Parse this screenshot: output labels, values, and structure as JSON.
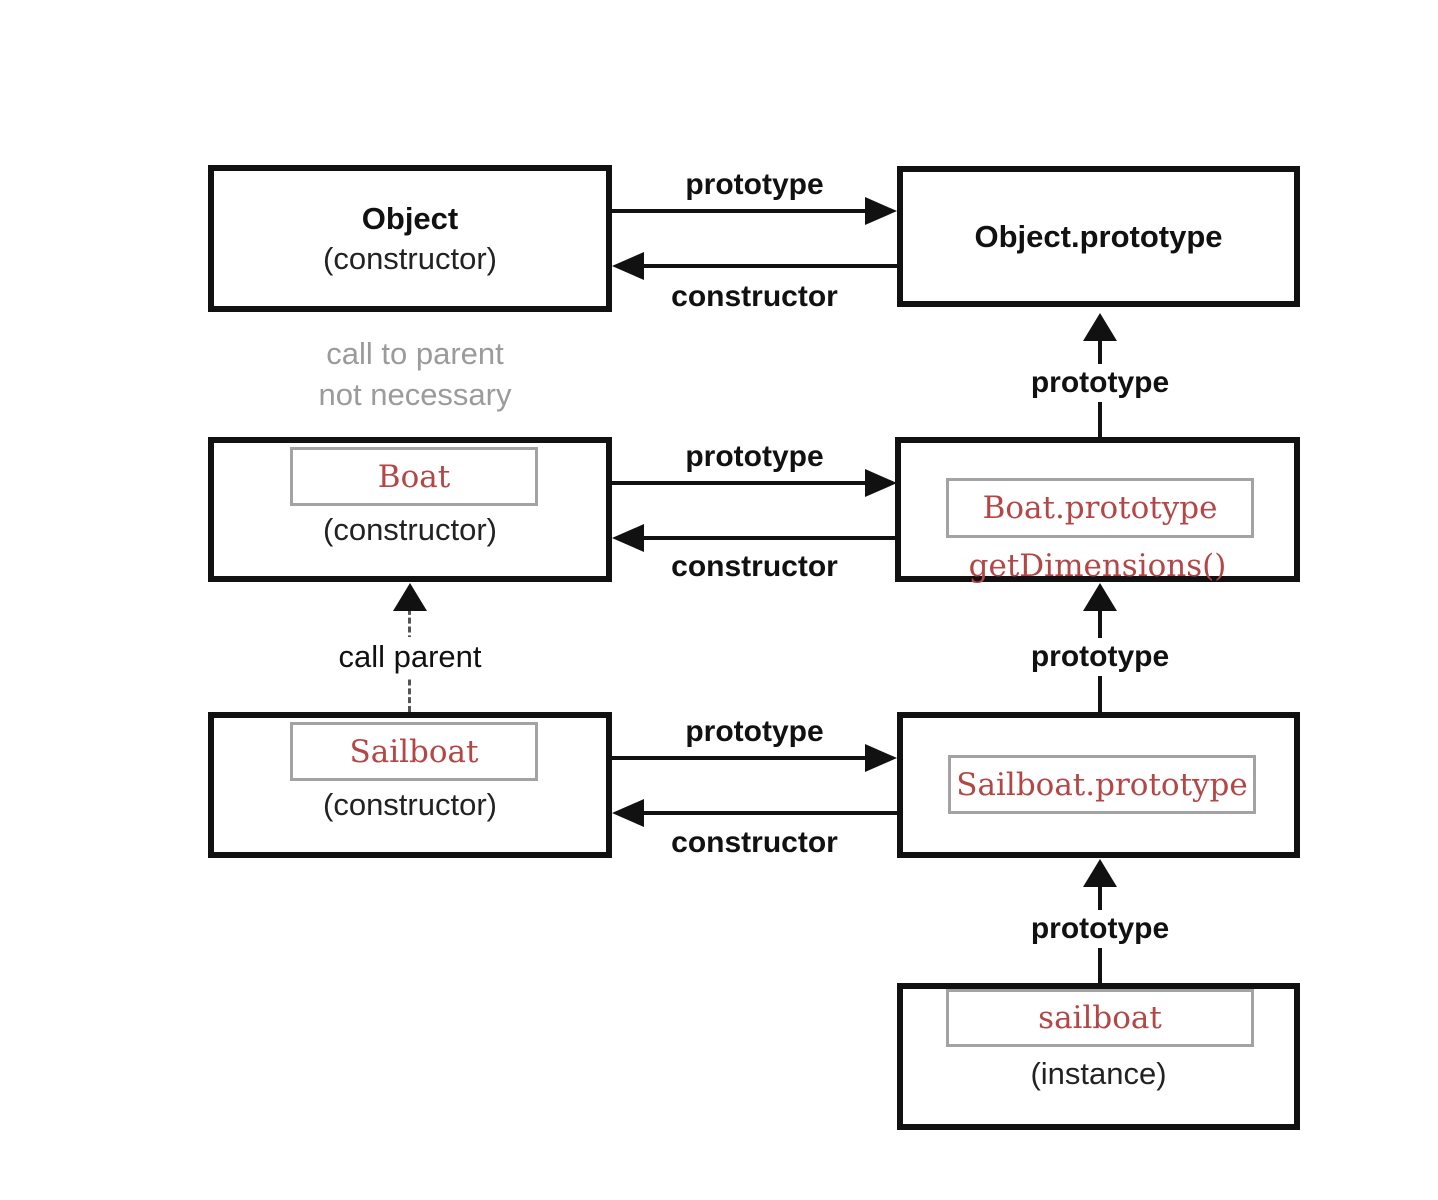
{
  "labels": {
    "prototype": "prototype",
    "constructor": "constructor",
    "call_parent": "call parent",
    "note_line1": "call to parent",
    "note_line2": "not necessary"
  },
  "boxes": {
    "object_ctor": {
      "title": "Object",
      "subtitle": "(constructor)"
    },
    "object_proto": {
      "title": "Object.prototype"
    },
    "boat_ctor": {
      "name": "Boat",
      "subtitle": "(constructor)"
    },
    "boat_proto": {
      "name": "Boat.prototype",
      "method": "getDimensions()"
    },
    "sailboat_ctor": {
      "name": "Sailboat",
      "subtitle": "(constructor)"
    },
    "sailboat_proto": {
      "name": "Sailboat.prototype"
    },
    "sailboat_instance": {
      "name": "sailboat",
      "subtitle": "(instance)"
    }
  },
  "colors": {
    "box_border": "#111111",
    "accent_red": "#b44646",
    "note_gray": "#9b9b9b",
    "inner_border": "#a3a3a3"
  }
}
